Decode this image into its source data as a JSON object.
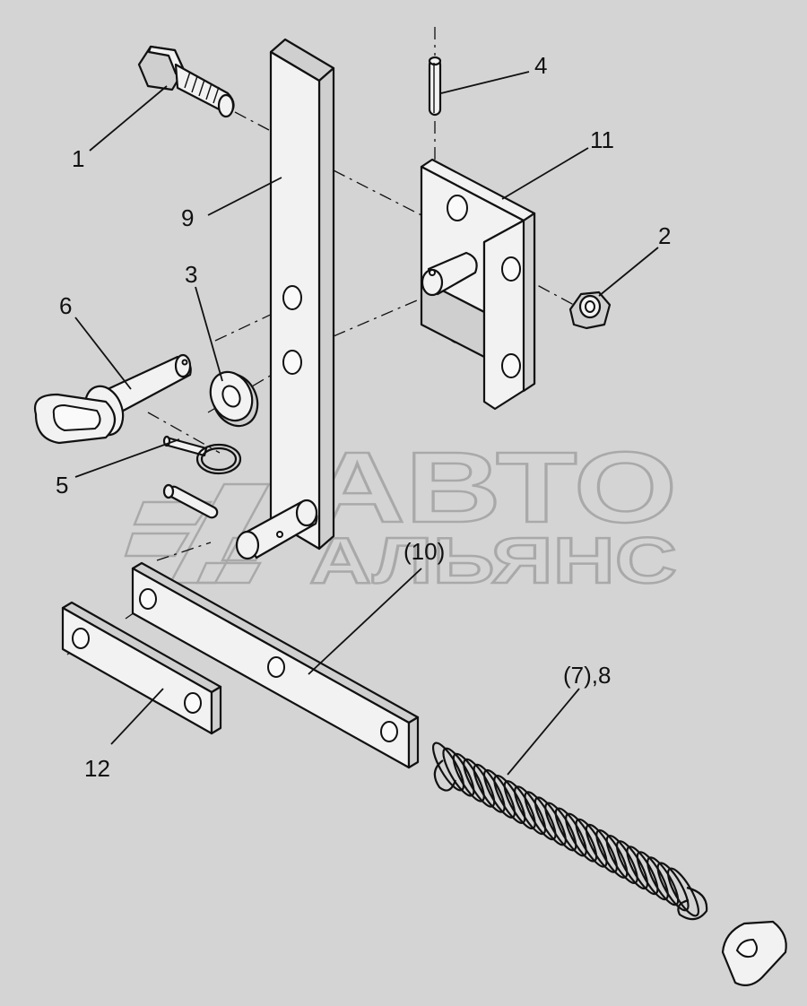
{
  "watermark": {
    "line1": "АВТО",
    "line2": "АЛЬЯНС"
  },
  "callouts": [
    {
      "id": "c1",
      "text": "1"
    },
    {
      "id": "c2",
      "text": "2"
    },
    {
      "id": "c3",
      "text": "3"
    },
    {
      "id": "c4",
      "text": "4"
    },
    {
      "id": "c5",
      "text": "5"
    },
    {
      "id": "c6",
      "text": "6"
    },
    {
      "id": "c9",
      "text": "9"
    },
    {
      "id": "c10",
      "text": "(10)"
    },
    {
      "id": "c11",
      "text": "11"
    },
    {
      "id": "c12",
      "text": "12"
    },
    {
      "id": "c78",
      "text": "(7),8"
    }
  ],
  "colors": {
    "background": "#d4d4d4",
    "line": "#111111",
    "watermark": "#a9a9a9"
  }
}
